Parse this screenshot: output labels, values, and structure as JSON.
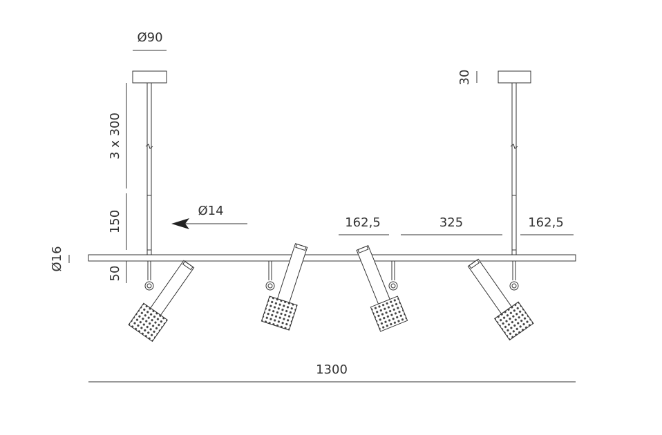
{
  "dimensions": {
    "canopy_diameter": "Ø90",
    "canopy_height": "30",
    "suspension_length": "3 x 300",
    "lower_rod_length": "150",
    "rod_diameter": "Ø14",
    "bar_diameter": "Ø16",
    "spot_drop": "50",
    "end_offset_left": "162,5",
    "spot_spacing": "325",
    "end_offset_right": "162,5",
    "total_length": "1300"
  },
  "colors": {
    "line": "#333333",
    "hatch": "#444444",
    "background": "#ffffff"
  }
}
